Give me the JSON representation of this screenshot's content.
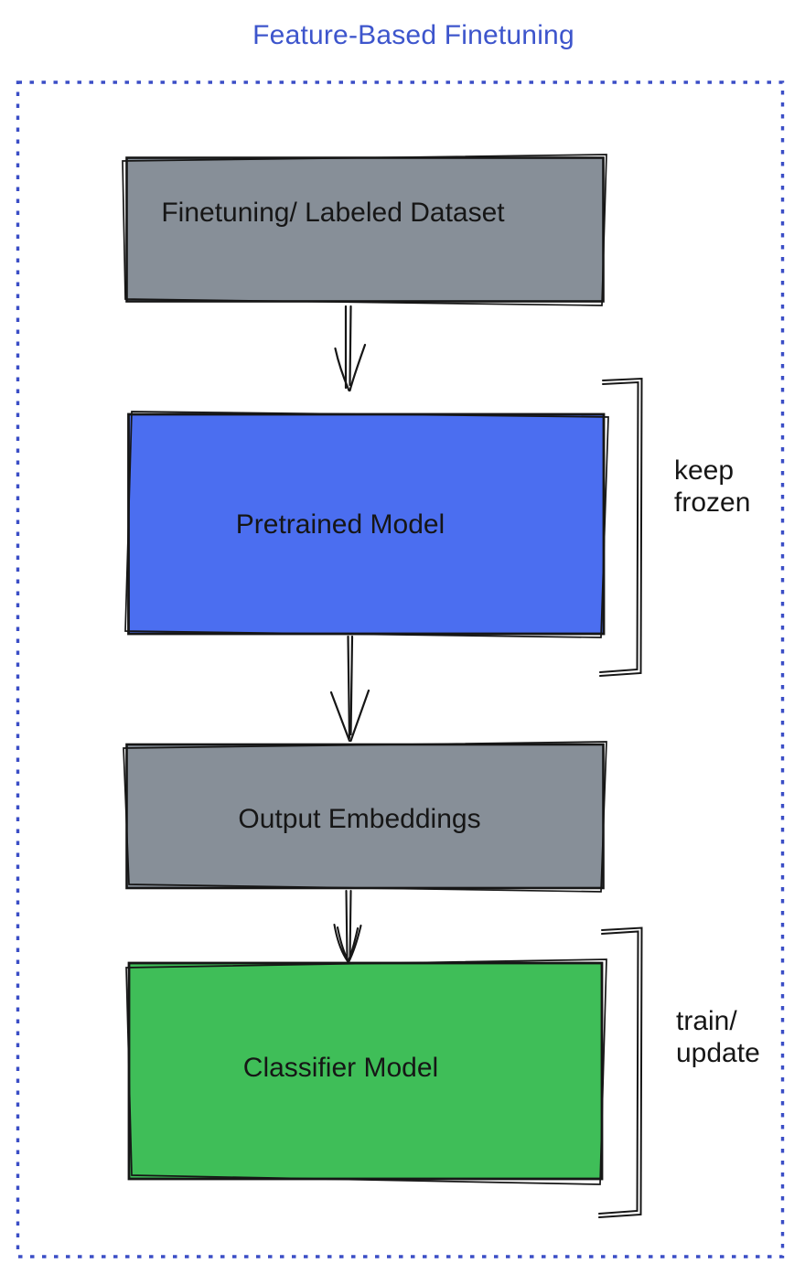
{
  "title": {
    "text": "Feature-Based Finetuning"
  },
  "colors": {
    "title_blue": "#3d55cc",
    "frame_dotted_blue": "#3b4ec6",
    "ink_black": "#161616",
    "gray_fill": "#878f98",
    "blue_fill": "#4b6ef0",
    "green_fill": "#3fbe58"
  },
  "boxes": [
    {
      "label": "Finetuning/ Labeled Dataset",
      "fill": "#878f98"
    },
    {
      "label": "Pretrained Model",
      "fill": "#4b6ef0"
    },
    {
      "label": "Output Embeddings",
      "fill": "#878f98"
    },
    {
      "label": "Classifier Model",
      "fill": "#3fbe58"
    }
  ],
  "annotations": [
    {
      "text": "keep\nfrozen"
    },
    {
      "text": "train/\nupdate"
    }
  ],
  "flow": {
    "connections": [
      "Finetuning/ Labeled Dataset → Pretrained Model",
      "Pretrained Model → Output Embeddings",
      "Output Embeddings → Classifier Model"
    ]
  }
}
